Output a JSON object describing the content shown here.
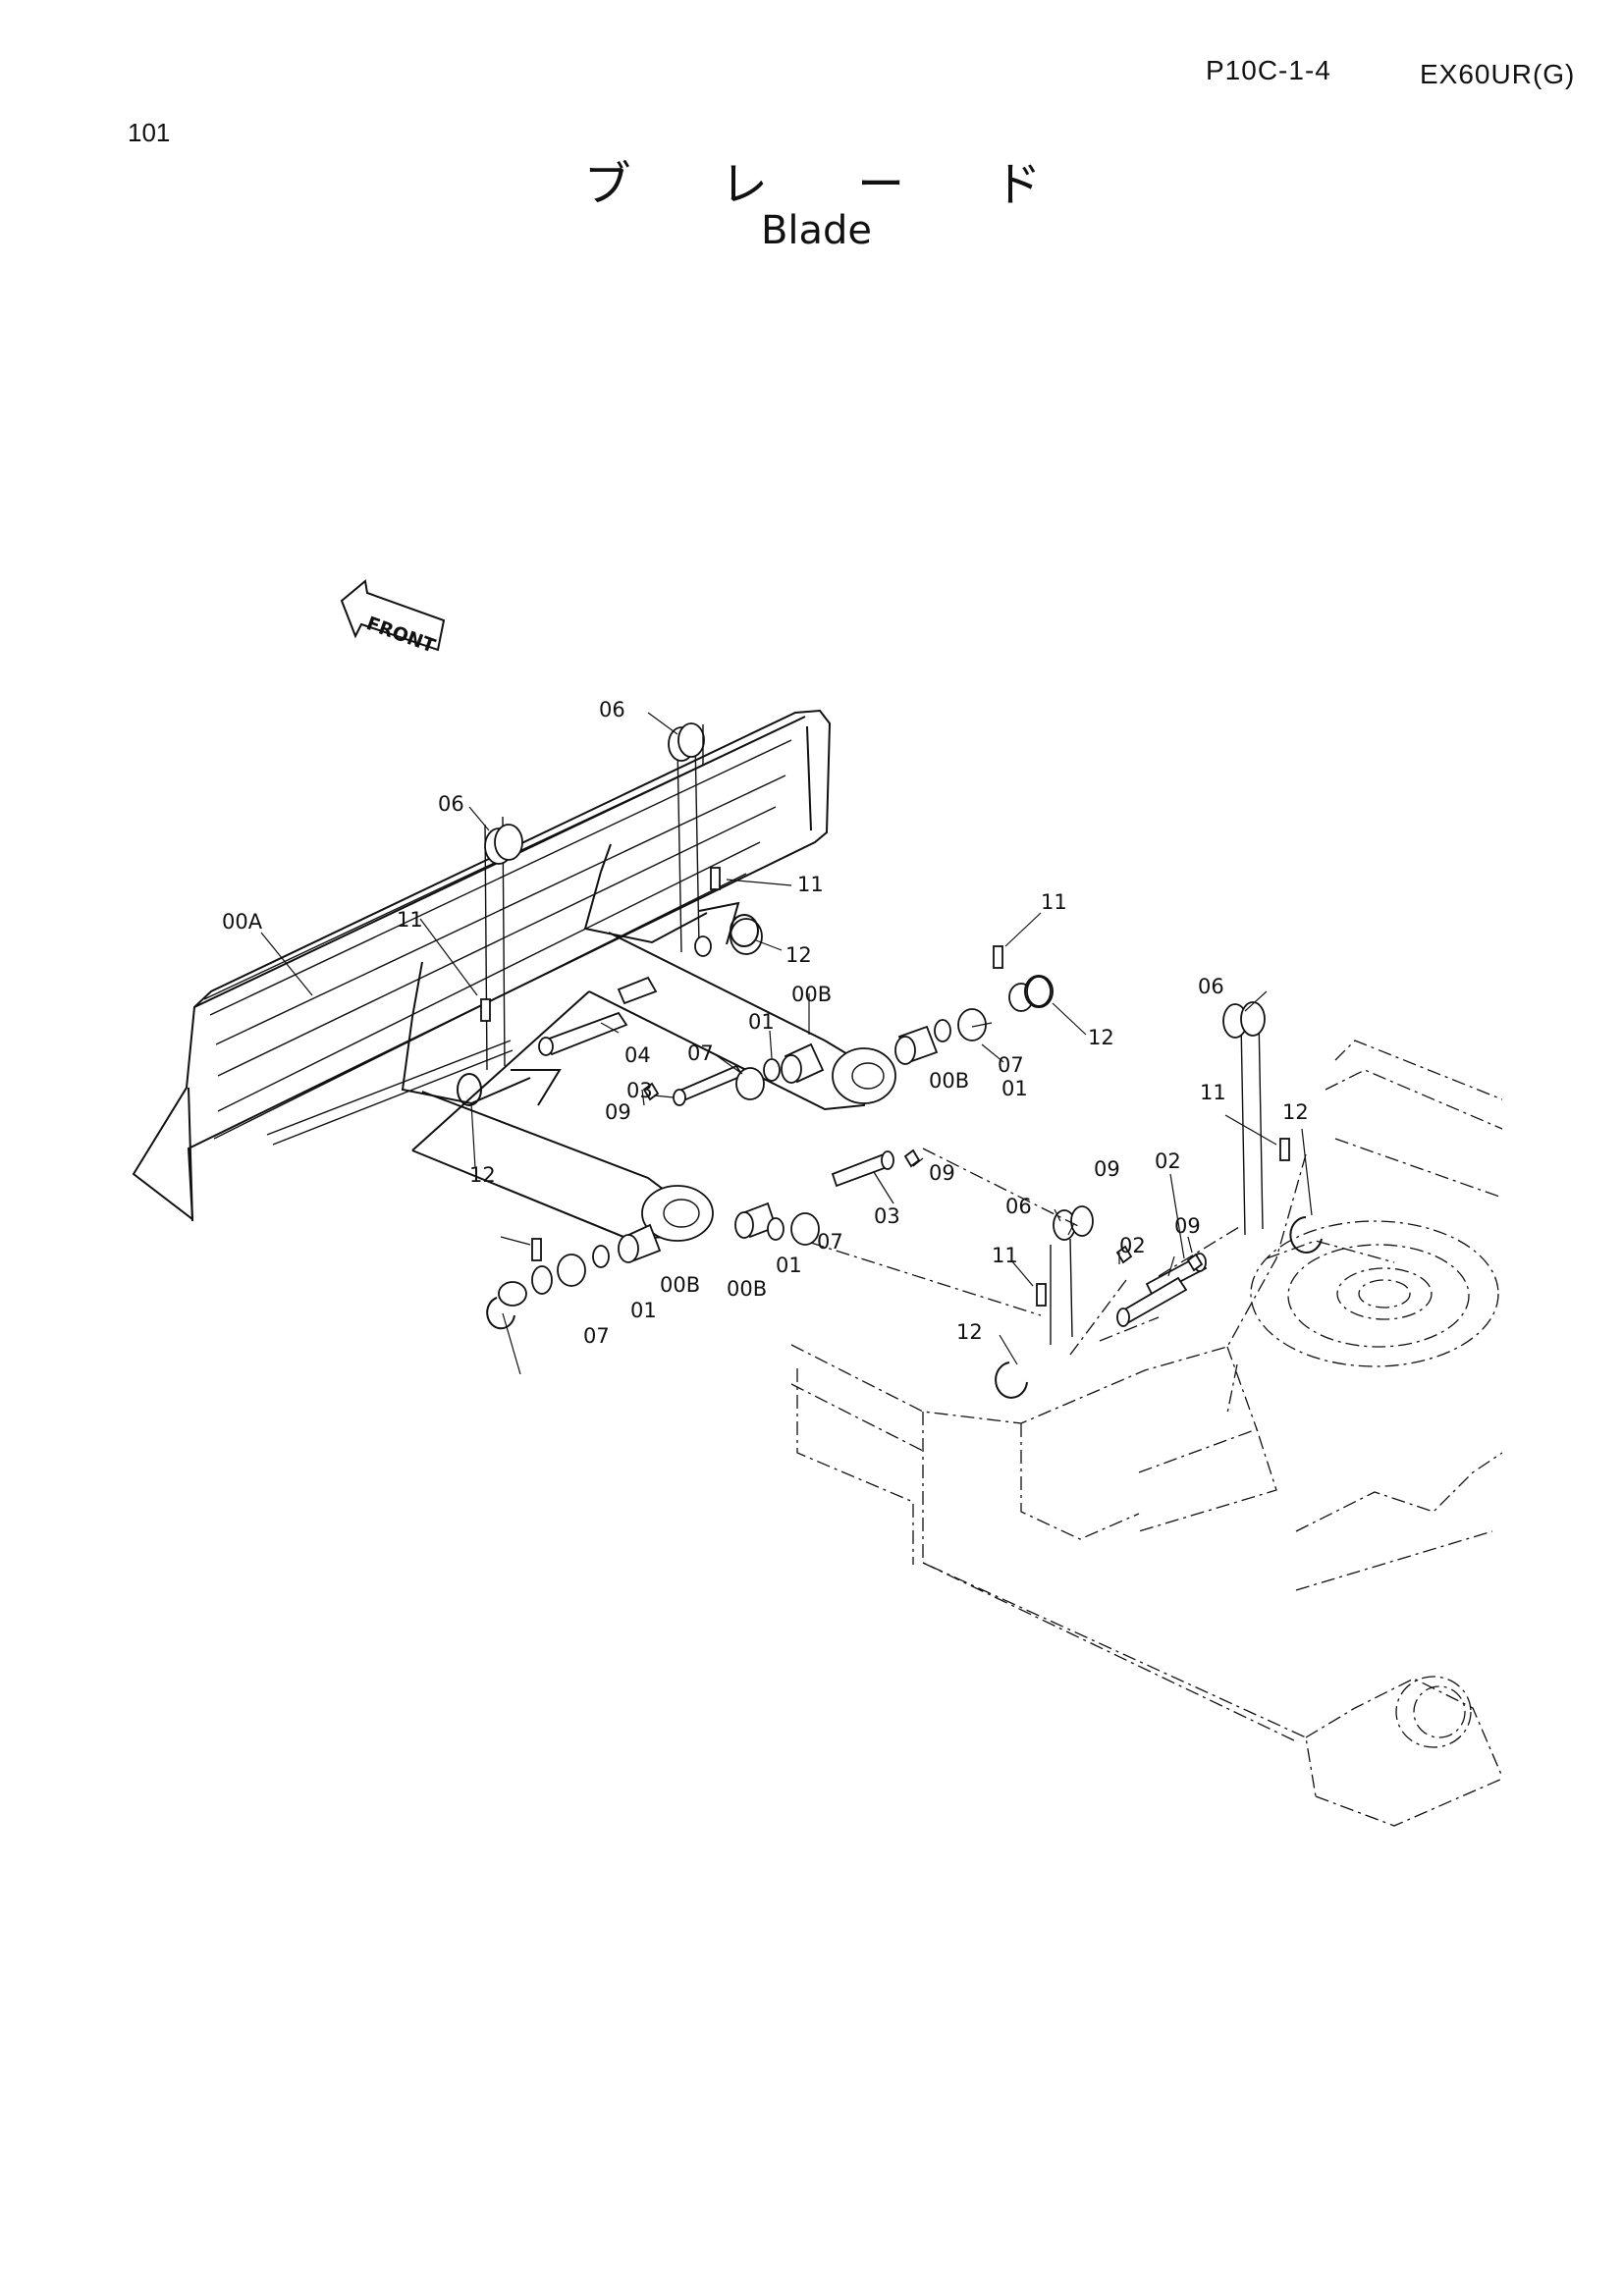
{
  "header": {
    "page_code": "P10C-1-4",
    "model": "EX60UR(G)",
    "page_number": "101"
  },
  "title": {
    "japanese": "ブ レ ー ド",
    "english": "Blade"
  },
  "diagram": {
    "front_marker": "FRONT",
    "callouts": [
      "06",
      "06",
      "06",
      "06",
      "00A",
      "11",
      "11",
      "11",
      "11",
      "11",
      "12",
      "12",
      "12",
      "12",
      "12",
      "00B",
      "00B",
      "00B",
      "00B",
      "01",
      "01",
      "01",
      "01",
      "07",
      "07",
      "07",
      "07",
      "04",
      "03",
      "03",
      "09",
      "09",
      "09",
      "09",
      "02",
      "02"
    ]
  }
}
